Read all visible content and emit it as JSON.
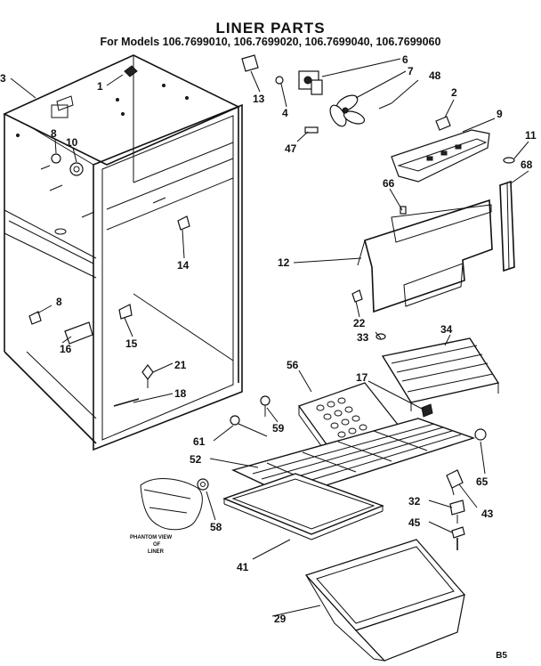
{
  "header": {
    "title": "LINER PARTS",
    "subtitle": "For Models 106.7699010, 106.7699020, 106.7699040, 106.7699060"
  },
  "footer_code": "B5",
  "phantom_caption": [
    "PHANTOM VIEW",
    "OF",
    "LINER"
  ],
  "parts": [
    {
      "id": "p3",
      "label": "3"
    },
    {
      "id": "p1",
      "label": "1"
    },
    {
      "id": "p8a",
      "label": "8"
    },
    {
      "id": "p10",
      "label": "10"
    },
    {
      "id": "p14",
      "label": "14"
    },
    {
      "id": "p8b",
      "label": "8"
    },
    {
      "id": "p15",
      "label": "15"
    },
    {
      "id": "p16",
      "label": "16"
    },
    {
      "id": "p21",
      "label": "21"
    },
    {
      "id": "p18",
      "label": "18"
    },
    {
      "id": "p6",
      "label": "6"
    },
    {
      "id": "p7",
      "label": "7"
    },
    {
      "id": "p48",
      "label": "48"
    },
    {
      "id": "p13",
      "label": "13"
    },
    {
      "id": "p4",
      "label": "4"
    },
    {
      "id": "p47",
      "label": "47"
    },
    {
      "id": "p2",
      "label": "2"
    },
    {
      "id": "p9",
      "label": "9"
    },
    {
      "id": "p11",
      "label": "11"
    },
    {
      "id": "p68",
      "label": "68"
    },
    {
      "id": "p66",
      "label": "66"
    },
    {
      "id": "p12",
      "label": "12"
    },
    {
      "id": "p22",
      "label": "22"
    },
    {
      "id": "p33",
      "label": "33"
    },
    {
      "id": "p34",
      "label": "34"
    },
    {
      "id": "p17",
      "label": "17"
    },
    {
      "id": "p56",
      "label": "56"
    },
    {
      "id": "p59",
      "label": "59"
    },
    {
      "id": "p61",
      "label": "61"
    },
    {
      "id": "p52",
      "label": "52"
    },
    {
      "id": "p65",
      "label": "65"
    },
    {
      "id": "p58",
      "label": "58"
    },
    {
      "id": "p32",
      "label": "32"
    },
    {
      "id": "p43",
      "label": "43"
    },
    {
      "id": "p45",
      "label": "45"
    },
    {
      "id": "p41",
      "label": "41"
    },
    {
      "id": "p29",
      "label": "29"
    }
  ]
}
